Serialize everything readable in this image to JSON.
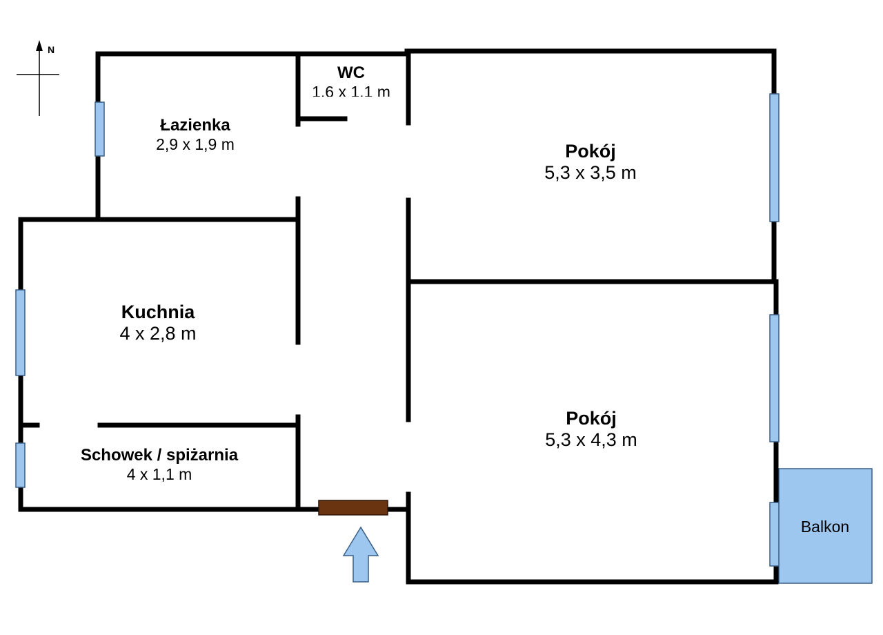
{
  "compass": {
    "north_label": "N"
  },
  "rooms": {
    "wc": {
      "name": "WC",
      "dims": "1,6 x 1,1 m"
    },
    "lazienka": {
      "name": "Łazienka",
      "dims": "2,9 x 1,9 m"
    },
    "pokoj_top": {
      "name": "Pokój",
      "dims": "5,3 x 3,5 m"
    },
    "kuchnia": {
      "name": "Kuchnia",
      "dims": "4 x 2,8 m"
    },
    "pokoj_bottom": {
      "name": "Pokój",
      "dims": "5,3 x 4,3 m"
    },
    "schowek": {
      "name": "Schowek / spiżarnia",
      "dims": "4 x 1,1 m"
    },
    "balkon": {
      "name": "Balkon"
    }
  },
  "colors": {
    "wall": "#000000",
    "window": "#9ec7ef",
    "balcony": "#9ec7ef",
    "entrance_door": "#6b3410",
    "entrance_arrow": "#9ec7ef"
  }
}
